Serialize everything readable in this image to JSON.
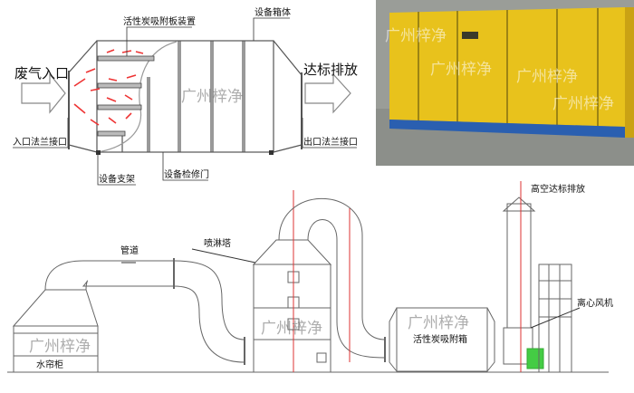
{
  "top_diagram": {
    "labels": {
      "adsorption_plate": "活性炭吸附板装置",
      "housing": "设备箱体",
      "inlet": "废气入口",
      "outlet": "达标排放",
      "inlet_flange": "入口法兰接口",
      "outlet_flange": "出口法兰接口",
      "support": "设备支架",
      "access_door": "设备检修门"
    },
    "watermark": "广州梓净"
  },
  "photo": {
    "watermark": "广州梓净",
    "colors": {
      "panel": "#e8c21c",
      "base": "#2a5fb0",
      "background": "#9a9d98"
    }
  },
  "bottom_diagram": {
    "labels": {
      "duct": "管道",
      "spray_tower": "喷淋塔",
      "high_altitude_discharge": "高空达标排放",
      "centrifugal_fan": "离心风机",
      "water_curtain": "水帘柜",
      "adsorption_box": "活性炭吸附箱"
    },
    "watermark": "广州梓净"
  }
}
